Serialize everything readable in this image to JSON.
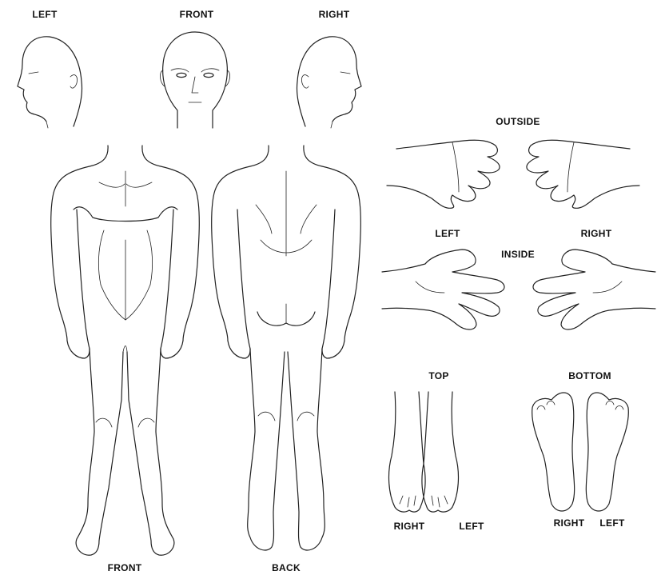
{
  "labels": {
    "head_left": "LEFT",
    "head_front": "FRONT",
    "head_right": "RIGHT",
    "hands_outside": "OUTSIDE",
    "hands_left": "LEFT",
    "hands_right": "RIGHT",
    "hands_inside": "INSIDE",
    "feet_top": "TOP",
    "feet_bottom": "BOTTOM",
    "feet_top_right": "RIGHT",
    "feet_top_left": "LEFT",
    "feet_bottom_right": "RIGHT",
    "feet_bottom_left": "LEFT",
    "body_front": "FRONT",
    "body_back": "BACK"
  },
  "colors": {
    "line": "#222222",
    "background": "#ffffff"
  }
}
